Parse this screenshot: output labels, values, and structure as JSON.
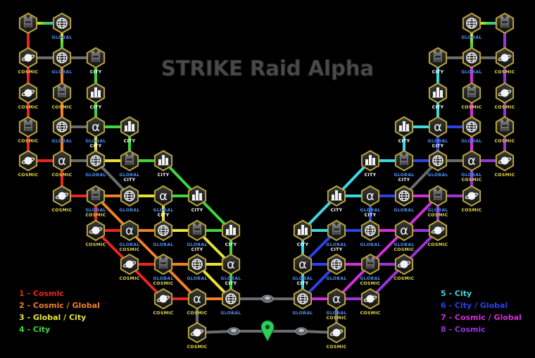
{
  "title": "STRIKE Raid Alpha",
  "legend_left": [
    {
      "text": "1 - Cosmic",
      "color": "#e8261f"
    },
    {
      "text": "2 - Cosmic / Global",
      "color": "#f07f2a"
    },
    {
      "text": "3 - Global / City",
      "color": "#e7e33a"
    },
    {
      "text": "4 - City",
      "color": "#3ed63e"
    }
  ],
  "legend_right": [
    {
      "text": "5 - City",
      "color": "#3fd6e0"
    },
    {
      "text": "6 - City / Global",
      "color": "#2b43e6"
    },
    {
      "text": "7 - Cosmic / Global",
      "color": "#d12fd8"
    },
    {
      "text": "8 - Cosmic",
      "color": "#9a35d6"
    }
  ],
  "path_colors": {
    "1": "#e8261f",
    "2": "#f07f2a",
    "3": "#e7e33a",
    "4": "#3ed63e",
    "5": "#3fd6e0",
    "6": "#2b43e6",
    "7": "#d12fd8",
    "8": "#9a35d6",
    "n": "#6b6b6b"
  },
  "label_colors": {
    "COSMIC": "#e2d84a",
    "GLOBAL": "#4d8cf0",
    "CITY": "#ffffff"
  },
  "icons": {
    "villain": "villain-icon",
    "globe": "globe-icon",
    "alpha": "alpha-icon",
    "city": "city-icon",
    "planet": "planet-icon",
    "marker": "start-marker-icon",
    "pad": "launch-pad-icon"
  },
  "nodes": [
    [
      "a1",
      40,
      33,
      "villain",
      []
    ],
    [
      "a2",
      88,
      33,
      "globe",
      [
        "GLOBAL"
      ]
    ],
    [
      "a3",
      40,
      82,
      "planet",
      [
        "COSMIC"
      ]
    ],
    [
      "a4",
      88,
      82,
      "globe",
      [
        "GLOBAL"
      ]
    ],
    [
      "a5",
      136,
      82,
      "villain",
      [
        "CITY"
      ]
    ],
    [
      "a6",
      40,
      132,
      "planet",
      [
        "COSMIC"
      ]
    ],
    [
      "a7",
      88,
      132,
      "villain",
      [
        "COSMIC"
      ]
    ],
    [
      "a8",
      136,
      132,
      "city",
      [
        "CITY"
      ]
    ],
    [
      "a9",
      40,
      180,
      "villain",
      [
        "COSMIC"
      ]
    ],
    [
      "a10",
      88,
      180,
      "globe",
      [
        "GLOBAL"
      ]
    ],
    [
      "a11",
      136,
      180,
      "alpha",
      [
        "GLOBAL",
        "CITY"
      ]
    ],
    [
      "a12",
      184,
      180,
      "city",
      [
        "CITY"
      ]
    ],
    [
      "a13",
      40,
      228,
      "planet",
      [
        "COSMIC"
      ]
    ],
    [
      "a14",
      88,
      228,
      "alpha",
      [
        "COSMIC"
      ]
    ],
    [
      "a15",
      136,
      228,
      "globe",
      [
        "GLOBAL"
      ]
    ],
    [
      "a16",
      184,
      228,
      "villain",
      [
        "GLOBAL",
        "CITY"
      ]
    ],
    [
      "a17",
      232,
      228,
      "city",
      [
        "CITY"
      ]
    ],
    [
      "a18",
      88,
      278,
      "planet",
      [
        "COSMIC"
      ]
    ],
    [
      "a19",
      136,
      278,
      "villain",
      [
        "GLOBAL",
        "COSMIC"
      ]
    ],
    [
      "a20",
      184,
      278,
      "globe",
      [
        "GLOBAL"
      ]
    ],
    [
      "a21",
      232,
      278,
      "alpha",
      [
        "GLOBAL",
        "CITY"
      ]
    ],
    [
      "a22",
      280,
      278,
      "city",
      [
        "CITY"
      ]
    ],
    [
      "a23",
      136,
      327,
      "planet",
      [
        "COSMIC"
      ]
    ],
    [
      "a24",
      184,
      327,
      "alpha",
      [
        "GLOBAL",
        "COSMIC"
      ]
    ],
    [
      "a25",
      232,
      327,
      "globe",
      [
        "GLOBAL"
      ]
    ],
    [
      "a26",
      280,
      327,
      "villain",
      [
        "GLOBAL",
        "CITY"
      ]
    ],
    [
      "a27",
      328,
      327,
      "city",
      [
        "CITY"
      ]
    ],
    [
      "a28",
      184,
      375,
      "planet",
      [
        "COSMIC"
      ]
    ],
    [
      "a29",
      232,
      375,
      "villain",
      [
        "GLOBAL",
        "COSMIC"
      ]
    ],
    [
      "a30",
      280,
      375,
      "globe",
      [
        "GLOBAL"
      ]
    ],
    [
      "a31",
      328,
      375,
      "alpha",
      [
        "GLOBAL",
        "CITY"
      ]
    ],
    [
      "a32",
      232,
      424,
      "planet",
      [
        "COSMIC"
      ]
    ],
    [
      "a33",
      280,
      424,
      "alpha",
      [
        "COSMIC"
      ]
    ],
    [
      "a34",
      328,
      424,
      "globe",
      [
        "GLOBAL"
      ]
    ],
    [
      "a35",
      280,
      472,
      "planet",
      [
        "COSMIC"
      ]
    ],
    [
      "b1",
      717,
      33,
      "villain",
      []
    ],
    [
      "b2",
      670,
      33,
      "globe",
      [
        "GLOBAL"
      ]
    ],
    [
      "b3",
      717,
      82,
      "planet",
      [
        "COSMIC"
      ]
    ],
    [
      "b4",
      670,
      82,
      "globe",
      [
        "GLOBAL"
      ]
    ],
    [
      "b5",
      622,
      82,
      "villain",
      [
        "CITY"
      ]
    ],
    [
      "b6",
      717,
      132,
      "planet",
      [
        "COSMIC"
      ]
    ],
    [
      "b7",
      670,
      132,
      "villain",
      [
        "COSMIC"
      ]
    ],
    [
      "b8",
      622,
      132,
      "city",
      [
        "CITY"
      ]
    ],
    [
      "b9",
      717,
      180,
      "villain",
      [
        "COSMIC"
      ]
    ],
    [
      "b10",
      670,
      180,
      "globe",
      [
        "GLOBAL"
      ]
    ],
    [
      "b11",
      622,
      180,
      "alpha",
      [
        "GLOBAL",
        "CITY"
      ]
    ],
    [
      "b12",
      574,
      180,
      "city",
      [
        "CITY"
      ]
    ],
    [
      "b13",
      717,
      228,
      "planet",
      [
        "COSMIC"
      ]
    ],
    [
      "b14",
      670,
      228,
      "alpha",
      [
        "GLOBAL",
        "COSMIC"
      ]
    ],
    [
      "b15",
      622,
      228,
      "globe",
      [
        "GLOBAL"
      ]
    ],
    [
      "b16",
      574,
      228,
      "villain",
      [
        "GLOBAL",
        "CITY"
      ]
    ],
    [
      "b17",
      526,
      228,
      "city",
      [
        "CITY"
      ]
    ],
    [
      "b18",
      670,
      278,
      "planet",
      [
        "COSMIC"
      ]
    ],
    [
      "b19",
      622,
      278,
      "villain",
      [
        "GLOBAL",
        "COSMIC"
      ]
    ],
    [
      "b20",
      574,
      278,
      "globe",
      [
        "GLOBAL"
      ]
    ],
    [
      "b21",
      526,
      278,
      "alpha",
      [
        "GLOBAL",
        "CITY"
      ]
    ],
    [
      "b22",
      478,
      278,
      "city",
      [
        "CITY"
      ]
    ],
    [
      "b23",
      622,
      327,
      "planet",
      [
        "COSMIC"
      ]
    ],
    [
      "b24",
      574,
      327,
      "alpha",
      [
        "GLOBAL",
        "COSMIC"
      ]
    ],
    [
      "b25",
      526,
      327,
      "globe",
      [
        "GLOBAL"
      ]
    ],
    [
      "b26",
      478,
      327,
      "villain",
      [
        "GLOBAL",
        "CITY"
      ]
    ],
    [
      "b27",
      430,
      327,
      "city",
      [
        "CITY"
      ]
    ],
    [
      "b28",
      574,
      375,
      "planet",
      [
        "COSMIC"
      ]
    ],
    [
      "b29",
      526,
      375,
      "villain",
      [
        "GLOBAL",
        "COSMIC"
      ]
    ],
    [
      "b30",
      478,
      375,
      "globe",
      [
        "GLOBAL"
      ]
    ],
    [
      "b31",
      430,
      375,
      "alpha",
      [
        "GLOBAL",
        "CITY"
      ]
    ],
    [
      "b32",
      526,
      424,
      "planet",
      [
        "COSMIC"
      ]
    ],
    [
      "b33",
      478,
      424,
      "alpha",
      [
        "GLOBAL",
        "COSMIC"
      ]
    ],
    [
      "b34",
      430,
      424,
      "globe",
      [
        "GLOBAL"
      ]
    ],
    [
      "b35",
      478,
      472,
      "planet",
      [
        "COSMIC"
      ]
    ],
    [
      "s1",
      380,
      424,
      "pad",
      []
    ],
    [
      "s2",
      332,
      470,
      "pad",
      []
    ],
    [
      "s3",
      428,
      470,
      "pad",
      []
    ],
    [
      "start",
      380,
      470,
      "marker",
      []
    ]
  ],
  "edges": [
    [
      "a1",
      "a2",
      "rainbow"
    ],
    [
      "a2",
      "a4",
      "rainbow"
    ],
    [
      "a1",
      "a3",
      "1"
    ],
    [
      "a3",
      "a6",
      "1"
    ],
    [
      "a6",
      "a9",
      "1"
    ],
    [
      "a9",
      "a13",
      "1"
    ],
    [
      "a3",
      "a4",
      "n"
    ],
    [
      "a4",
      "a5",
      "n"
    ],
    [
      "a4",
      "a7",
      "2"
    ],
    [
      "a7",
      "a10",
      "2"
    ],
    [
      "a10",
      "a14",
      "2"
    ],
    [
      "a5",
      "a8",
      "4"
    ],
    [
      "a8",
      "a11",
      "4"
    ],
    [
      "a11",
      "a12",
      "4"
    ],
    [
      "a12",
      "a16",
      "4"
    ],
    [
      "a16",
      "a17",
      "4"
    ],
    [
      "a10",
      "a11",
      "n"
    ],
    [
      "a11",
      "a15",
      "3"
    ],
    [
      "a15",
      "a16",
      "3"
    ],
    [
      "a13",
      "a14",
      "1"
    ],
    [
      "a14",
      "a15",
      "n"
    ],
    [
      "a15",
      "a20",
      "n"
    ],
    [
      "a14",
      "a18",
      "1"
    ],
    [
      "a18",
      "a19",
      "1"
    ],
    [
      "a19",
      "a23",
      "1"
    ],
    [
      "a19",
      "a24",
      "2"
    ],
    [
      "a19",
      "a20",
      "2"
    ],
    [
      "a20",
      "a21",
      "3"
    ],
    [
      "a21",
      "a22",
      "4"
    ],
    [
      "a22",
      "a27",
      "4"
    ],
    [
      "a21",
      "a25",
      "3"
    ],
    [
      "a17",
      "a22",
      "4"
    ],
    [
      "a23",
      "a24",
      "1"
    ],
    [
      "a24",
      "a25",
      "2"
    ],
    [
      "a25",
      "a26",
      "3"
    ],
    [
      "a26",
      "a27",
      "4"
    ],
    [
      "a23",
      "a28",
      "1"
    ],
    [
      "a24",
      "a29",
      "2"
    ],
    [
      "a26",
      "a31",
      "3"
    ],
    [
      "a27",
      "a31",
      "4"
    ],
    [
      "a28",
      "a29",
      "1"
    ],
    [
      "a29",
      "a30",
      "2"
    ],
    [
      "a30",
      "a31",
      "3"
    ],
    [
      "a28",
      "a32",
      "1"
    ],
    [
      "a29",
      "a33",
      "2"
    ],
    [
      "a30",
      "a34",
      "3"
    ],
    [
      "a31",
      "a34",
      "4"
    ],
    [
      "a32",
      "a33",
      "1"
    ],
    [
      "a33",
      "a34",
      "2"
    ],
    [
      "a33",
      "a35",
      "n"
    ],
    [
      "a34",
      "s1",
      "n"
    ],
    [
      "a35",
      "s2",
      "n"
    ],
    [
      "s2",
      "start",
      "n"
    ],
    [
      "b1",
      "b2",
      "rainbow"
    ],
    [
      "b2",
      "b4",
      "rainbow"
    ],
    [
      "b1",
      "b3",
      "8"
    ],
    [
      "b3",
      "b6",
      "8"
    ],
    [
      "b6",
      "b9",
      "8"
    ],
    [
      "b9",
      "b13",
      "8"
    ],
    [
      "b3",
      "b4",
      "n"
    ],
    [
      "b4",
      "b5",
      "n"
    ],
    [
      "b4",
      "b7",
      "7"
    ],
    [
      "b7",
      "b10",
      "7"
    ],
    [
      "b10",
      "b14",
      "7"
    ],
    [
      "b5",
      "b8",
      "5"
    ],
    [
      "b8",
      "b11",
      "5"
    ],
    [
      "b11",
      "b12",
      "5"
    ],
    [
      "b12",
      "b16",
      "5"
    ],
    [
      "b16",
      "b17",
      "5"
    ],
    [
      "b10",
      "b11",
      "6"
    ],
    [
      "b11",
      "b15",
      "6"
    ],
    [
      "b15",
      "b16",
      "6"
    ],
    [
      "b13",
      "b14",
      "8"
    ],
    [
      "b14",
      "b15",
      "n"
    ],
    [
      "b15",
      "b20",
      "n"
    ],
    [
      "b14",
      "b18",
      "8"
    ],
    [
      "b18",
      "b19",
      "8"
    ],
    [
      "b19",
      "b23",
      "8"
    ],
    [
      "b19",
      "b24",
      "7"
    ],
    [
      "b19",
      "b20",
      "7"
    ],
    [
      "b20",
      "b21",
      "6"
    ],
    [
      "b21",
      "b22",
      "5"
    ],
    [
      "b22",
      "b27",
      "5"
    ],
    [
      "b21",
      "b25",
      "6"
    ],
    [
      "b17",
      "b22",
      "5"
    ],
    [
      "b23",
      "b24",
      "8"
    ],
    [
      "b24",
      "b25",
      "7"
    ],
    [
      "b25",
      "b26",
      "6"
    ],
    [
      "b26",
      "b27",
      "5"
    ],
    [
      "b23",
      "b28",
      "8"
    ],
    [
      "b24",
      "b29",
      "7"
    ],
    [
      "b26",
      "b31",
      "6"
    ],
    [
      "b27",
      "b31",
      "5"
    ],
    [
      "b28",
      "b29",
      "8"
    ],
    [
      "b29",
      "b30",
      "7"
    ],
    [
      "b30",
      "b31",
      "6"
    ],
    [
      "b28",
      "b32",
      "8"
    ],
    [
      "b29",
      "b33",
      "7"
    ],
    [
      "b30",
      "b34",
      "6"
    ],
    [
      "b31",
      "b34",
      "5"
    ],
    [
      "b32",
      "b33",
      "8"
    ],
    [
      "b33",
      "b34",
      "7"
    ],
    [
      "b33",
      "b35",
      "n"
    ],
    [
      "b34",
      "s1",
      "n"
    ],
    [
      "b35",
      "s3",
      "n"
    ],
    [
      "s3",
      "start",
      "n"
    ]
  ]
}
